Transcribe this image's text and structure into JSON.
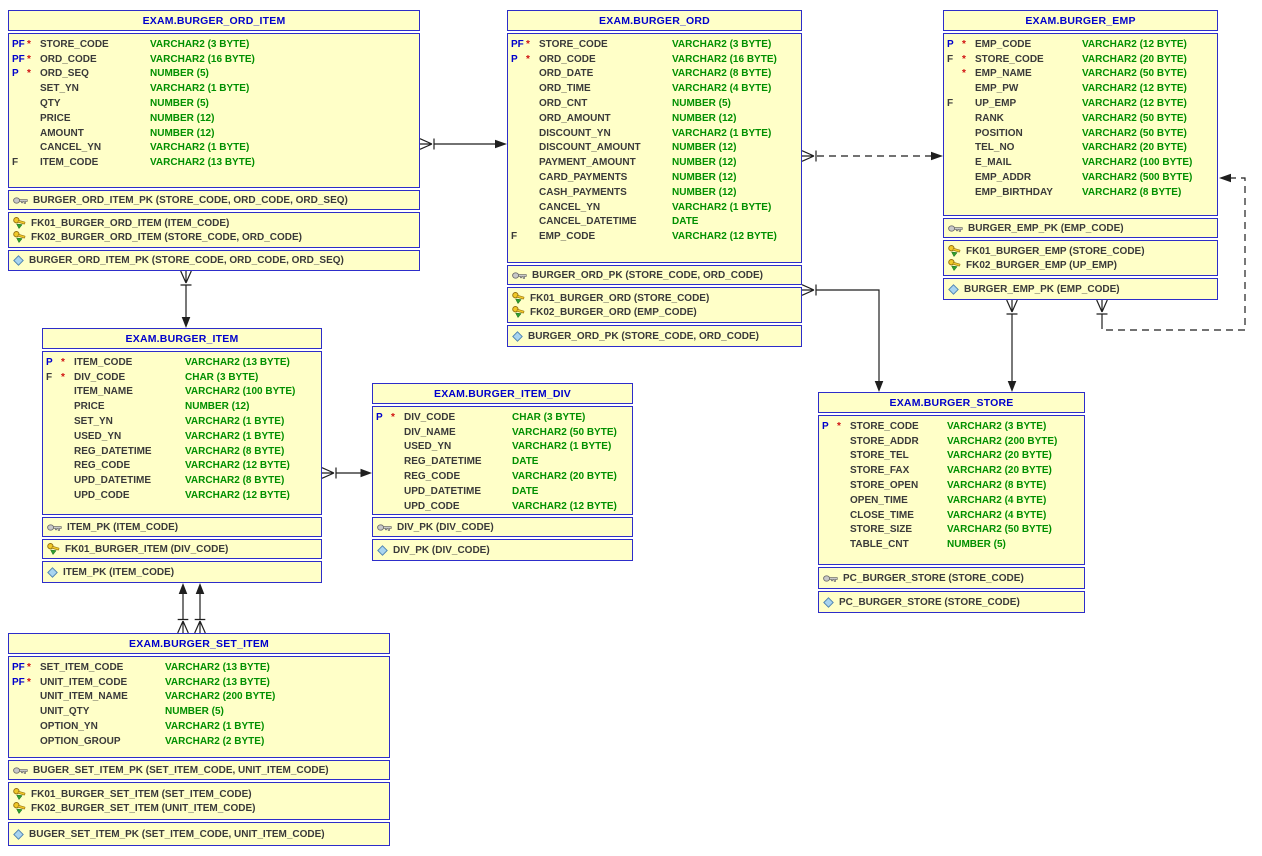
{
  "diagram": {
    "colors": {
      "entity_fill": "#ffffc8",
      "entity_border": "#2d2dc9",
      "title_text": "#0000cc",
      "column_text": "#3a3a3a",
      "datatype_text": "#008f00",
      "pk_marker": "#0000cc",
      "mandatory_star": "#d01010",
      "connector": "#1f1f1f",
      "background": "#ffffff"
    },
    "icons": {
      "primary_key": "key-icon",
      "foreign_key": "foreign-key-icon",
      "index": "index-diamond-icon"
    },
    "entities": [
      {
        "title": "EXAM.BURGER_ORD_ITEM",
        "columns": [
          {
            "marker": "PF",
            "star": "*",
            "name": "STORE_CODE",
            "type": "VARCHAR2 (3 BYTE)"
          },
          {
            "marker": "PF",
            "star": "*",
            "name": "ORD_CODE",
            "type": "VARCHAR2 (16 BYTE)"
          },
          {
            "marker": "P",
            "star": "*",
            "name": "ORD_SEQ",
            "type": "NUMBER (5)"
          },
          {
            "marker": "",
            "star": "",
            "name": "SET_YN",
            "type": "VARCHAR2 (1 BYTE)"
          },
          {
            "marker": "",
            "star": "",
            "name": "QTY",
            "type": "NUMBER (5)"
          },
          {
            "marker": "",
            "star": "",
            "name": "PRICE",
            "type": "NUMBER (12)"
          },
          {
            "marker": "",
            "star": "",
            "name": "AMOUNT",
            "type": "NUMBER (12)"
          },
          {
            "marker": "",
            "star": "",
            "name": "CANCEL_YN",
            "type": "VARCHAR2 (1 BYTE)"
          },
          {
            "marker": "F",
            "star": "",
            "name": "ITEM_CODE",
            "type": "VARCHAR2 (13 BYTE)"
          }
        ],
        "keys": [
          {
            "text": "BURGER_ORD_ITEM_PK (STORE_CODE, ORD_CODE, ORD_SEQ)"
          }
        ],
        "fks": [
          {
            "text": "FK01_BURGER_ORD_ITEM (ITEM_CODE)"
          },
          {
            "text": "FK02_BURGER_ORD_ITEM (STORE_CODE, ORD_CODE)"
          }
        ],
        "indexes": [
          {
            "text": "BURGER_ORD_ITEM_PK (STORE_CODE, ORD_CODE, ORD_SEQ)"
          }
        ]
      },
      {
        "title": "EXAM.BURGER_ORD",
        "columns": [
          {
            "marker": "PF",
            "star": "*",
            "name": "STORE_CODE",
            "type": "VARCHAR2 (3 BYTE)"
          },
          {
            "marker": "P",
            "star": "*",
            "name": "ORD_CODE",
            "type": "VARCHAR2 (16 BYTE)"
          },
          {
            "marker": "",
            "star": "",
            "name": "ORD_DATE",
            "type": "VARCHAR2 (8 BYTE)"
          },
          {
            "marker": "",
            "star": "",
            "name": "ORD_TIME",
            "type": "VARCHAR2 (4 BYTE)"
          },
          {
            "marker": "",
            "star": "",
            "name": "ORD_CNT",
            "type": "NUMBER (5)"
          },
          {
            "marker": "",
            "star": "",
            "name": "ORD_AMOUNT",
            "type": "NUMBER (12)"
          },
          {
            "marker": "",
            "star": "",
            "name": "DISCOUNT_YN",
            "type": "VARCHAR2 (1 BYTE)"
          },
          {
            "marker": "",
            "star": "",
            "name": "DISCOUNT_AMOUNT",
            "type": "NUMBER (12)"
          },
          {
            "marker": "",
            "star": "",
            "name": "PAYMENT_AMOUNT",
            "type": "NUMBER (12)"
          },
          {
            "marker": "",
            "star": "",
            "name": "CARD_PAYMENTS",
            "type": "NUMBER (12)"
          },
          {
            "marker": "",
            "star": "",
            "name": "CASH_PAYMENTS",
            "type": "NUMBER (12)"
          },
          {
            "marker": "",
            "star": "",
            "name": "CANCEL_YN",
            "type": "VARCHAR2 (1 BYTE)"
          },
          {
            "marker": "",
            "star": "",
            "name": "CANCEL_DATETIME",
            "type": "DATE"
          },
          {
            "marker": "F",
            "star": "",
            "name": "EMP_CODE",
            "type": "VARCHAR2 (12 BYTE)"
          }
        ],
        "keys": [
          {
            "text": "BURGER_ORD_PK (STORE_CODE, ORD_CODE)"
          }
        ],
        "fks": [
          {
            "text": "FK01_BURGER_ORD (STORE_CODE)"
          },
          {
            "text": "FK02_BURGER_ORD (EMP_CODE)"
          }
        ],
        "indexes": [
          {
            "text": "BURGER_ORD_PK (STORE_CODE, ORD_CODE)"
          }
        ]
      },
      {
        "title": "EXAM.BURGER_EMP",
        "columns": [
          {
            "marker": "P",
            "star": "*",
            "name": "EMP_CODE",
            "type": "VARCHAR2 (12 BYTE)"
          },
          {
            "marker": "F",
            "star": "*",
            "name": "STORE_CODE",
            "type": "VARCHAR2 (20 BYTE)"
          },
          {
            "marker": "",
            "star": "*",
            "name": "EMP_NAME",
            "type": "VARCHAR2 (50 BYTE)"
          },
          {
            "marker": "",
            "star": "",
            "name": "EMP_PW",
            "type": "VARCHAR2 (12 BYTE)"
          },
          {
            "marker": "F",
            "star": "",
            "name": "UP_EMP",
            "type": "VARCHAR2 (12 BYTE)"
          },
          {
            "marker": "",
            "star": "",
            "name": "RANK",
            "type": "VARCHAR2 (50 BYTE)"
          },
          {
            "marker": "",
            "star": "",
            "name": "POSITION",
            "type": "VARCHAR2 (50 BYTE)"
          },
          {
            "marker": "",
            "star": "",
            "name": "TEL_NO",
            "type": "VARCHAR2 (20 BYTE)"
          },
          {
            "marker": "",
            "star": "",
            "name": "E_MAIL",
            "type": "VARCHAR2 (100 BYTE)"
          },
          {
            "marker": "",
            "star": "",
            "name": "EMP_ADDR",
            "type": "VARCHAR2 (500 BYTE)"
          },
          {
            "marker": "",
            "star": "",
            "name": "EMP_BIRTHDAY",
            "type": "VARCHAR2 (8 BYTE)"
          }
        ],
        "keys": [
          {
            "text": "BURGER_EMP_PK (EMP_CODE)"
          }
        ],
        "fks": [
          {
            "text": "FK01_BURGER_EMP (STORE_CODE)"
          },
          {
            "text": "FK02_BURGER_EMP (UP_EMP)"
          }
        ],
        "indexes": [
          {
            "text": "BURGER_EMP_PK (EMP_CODE)"
          }
        ]
      },
      {
        "title": "EXAM.BURGER_ITEM",
        "columns": [
          {
            "marker": "P",
            "star": "*",
            "name": "ITEM_CODE",
            "type": "VARCHAR2 (13 BYTE)"
          },
          {
            "marker": "F",
            "star": "*",
            "name": "DIV_CODE",
            "type": "CHAR (3 BYTE)"
          },
          {
            "marker": "",
            "star": "",
            "name": "ITEM_NAME",
            "type": "VARCHAR2 (100 BYTE)"
          },
          {
            "marker": "",
            "star": "",
            "name": "PRICE",
            "type": "NUMBER (12)"
          },
          {
            "marker": "",
            "star": "",
            "name": "SET_YN",
            "type": "VARCHAR2 (1 BYTE)"
          },
          {
            "marker": "",
            "star": "",
            "name": "USED_YN",
            "type": "VARCHAR2 (1 BYTE)"
          },
          {
            "marker": "",
            "star": "",
            "name": "REG_DATETIME",
            "type": "VARCHAR2 (8 BYTE)"
          },
          {
            "marker": "",
            "star": "",
            "name": "REG_CODE",
            "type": "VARCHAR2 (12 BYTE)"
          },
          {
            "marker": "",
            "star": "",
            "name": "UPD_DATETIME",
            "type": "VARCHAR2 (8 BYTE)"
          },
          {
            "marker": "",
            "star": "",
            "name": "UPD_CODE",
            "type": "VARCHAR2 (12 BYTE)"
          }
        ],
        "keys": [
          {
            "text": "ITEM_PK (ITEM_CODE)"
          }
        ],
        "fks": [
          {
            "text": "FK01_BURGER_ITEM (DIV_CODE)"
          }
        ],
        "indexes": [
          {
            "text": "ITEM_PK (ITEM_CODE)"
          }
        ]
      },
      {
        "title": "EXAM.BURGER_ITEM_DIV",
        "columns": [
          {
            "marker": "P",
            "star": "*",
            "name": "DIV_CODE",
            "type": "CHAR (3 BYTE)"
          },
          {
            "marker": "",
            "star": "",
            "name": "DIV_NAME",
            "type": "VARCHAR2 (50 BYTE)"
          },
          {
            "marker": "",
            "star": "",
            "name": "USED_YN",
            "type": "VARCHAR2 (1 BYTE)"
          },
          {
            "marker": "",
            "star": "",
            "name": "REG_DATETIME",
            "type": "DATE"
          },
          {
            "marker": "",
            "star": "",
            "name": "REG_CODE",
            "type": "VARCHAR2 (20 BYTE)"
          },
          {
            "marker": "",
            "star": "",
            "name": "UPD_DATETIME",
            "type": "DATE"
          },
          {
            "marker": "",
            "star": "",
            "name": "UPD_CODE",
            "type": "VARCHAR2 (12 BYTE)"
          }
        ],
        "keys": [
          {
            "text": "DIV_PK (DIV_CODE)"
          }
        ],
        "fks": [],
        "indexes": [
          {
            "text": "DIV_PK (DIV_CODE)"
          }
        ]
      },
      {
        "title": "EXAM.BURGER_STORE",
        "columns": [
          {
            "marker": "P",
            "star": "*",
            "name": "STORE_CODE",
            "type": "VARCHAR2 (3 BYTE)"
          },
          {
            "marker": "",
            "star": "",
            "name": "STORE_ADDR",
            "type": "VARCHAR2 (200 BYTE)"
          },
          {
            "marker": "",
            "star": "",
            "name": "STORE_TEL",
            "type": "VARCHAR2 (20 BYTE)"
          },
          {
            "marker": "",
            "star": "",
            "name": "STORE_FAX",
            "type": "VARCHAR2 (20 BYTE)"
          },
          {
            "marker": "",
            "star": "",
            "name": "STORE_OPEN",
            "type": "VARCHAR2 (8 BYTE)"
          },
          {
            "marker": "",
            "star": "",
            "name": "OPEN_TIME",
            "type": "VARCHAR2 (4 BYTE)"
          },
          {
            "marker": "",
            "star": "",
            "name": "CLOSE_TIME",
            "type": "VARCHAR2 (4 BYTE)"
          },
          {
            "marker": "",
            "star": "",
            "name": "STORE_SIZE",
            "type": "VARCHAR2 (50 BYTE)"
          },
          {
            "marker": "",
            "star": "",
            "name": "TABLE_CNT",
            "type": "NUMBER (5)"
          }
        ],
        "keys": [
          {
            "text": "PC_BURGER_STORE (STORE_CODE)"
          }
        ],
        "fks": [],
        "indexes": [
          {
            "text": "PC_BURGER_STORE (STORE_CODE)"
          }
        ]
      },
      {
        "title": "EXAM.BURGER_SET_ITEM",
        "columns": [
          {
            "marker": "PF",
            "star": "*",
            "name": "SET_ITEM_CODE",
            "type": "VARCHAR2 (13 BYTE)"
          },
          {
            "marker": "PF",
            "star": "*",
            "name": "UNIT_ITEM_CODE",
            "type": "VARCHAR2 (13 BYTE)"
          },
          {
            "marker": "",
            "star": "",
            "name": "UNIT_ITEM_NAME",
            "type": "VARCHAR2 (200 BYTE)"
          },
          {
            "marker": "",
            "star": "",
            "name": "UNIT_QTY",
            "type": "NUMBER (5)"
          },
          {
            "marker": "",
            "star": "",
            "name": "OPTION_YN",
            "type": "VARCHAR2 (1 BYTE)"
          },
          {
            "marker": "",
            "star": "",
            "name": "OPTION_GROUP",
            "type": "VARCHAR2 (2 BYTE)"
          }
        ],
        "keys": [
          {
            "text": "BUGER_SET_ITEM_PK (SET_ITEM_CODE, UNIT_ITEM_CODE)"
          }
        ],
        "fks": [
          {
            "text": "FK01_BURGER_SET_ITEM (SET_ITEM_CODE)"
          },
          {
            "text": "FK02_BURGER_SET_ITEM (UNIT_ITEM_CODE)"
          }
        ],
        "indexes": [
          {
            "text": "BUGER_SET_ITEM_PK (SET_ITEM_CODE, UNIT_ITEM_CODE)"
          }
        ]
      }
    ],
    "relationships": [
      {
        "from": "EXAM.BURGER_ORD_ITEM",
        "to": "EXAM.BURGER_ORD",
        "line": "solid"
      },
      {
        "from": "EXAM.BURGER_ORD_ITEM",
        "to": "EXAM.BURGER_ITEM",
        "line": "solid"
      },
      {
        "from": "EXAM.BURGER_ORD",
        "to": "EXAM.BURGER_EMP",
        "line": "dashed"
      },
      {
        "from": "EXAM.BURGER_ORD",
        "to": "EXAM.BURGER_STORE",
        "line": "solid"
      },
      {
        "from": "EXAM.BURGER_ITEM",
        "to": "EXAM.BURGER_ITEM_DIV",
        "line": "solid"
      },
      {
        "from": "EXAM.BURGER_SET_ITEM",
        "to": "EXAM.BURGER_ITEM",
        "line": "solid"
      },
      {
        "from": "EXAM.BURGER_SET_ITEM",
        "to": "EXAM.BURGER_ITEM",
        "line": "solid"
      },
      {
        "from": "EXAM.BURGER_EMP",
        "to": "EXAM.BURGER_STORE",
        "line": "solid"
      },
      {
        "from": "EXAM.BURGER_EMP",
        "to": "EXAM.BURGER_EMP",
        "line": "dashed"
      }
    ]
  }
}
